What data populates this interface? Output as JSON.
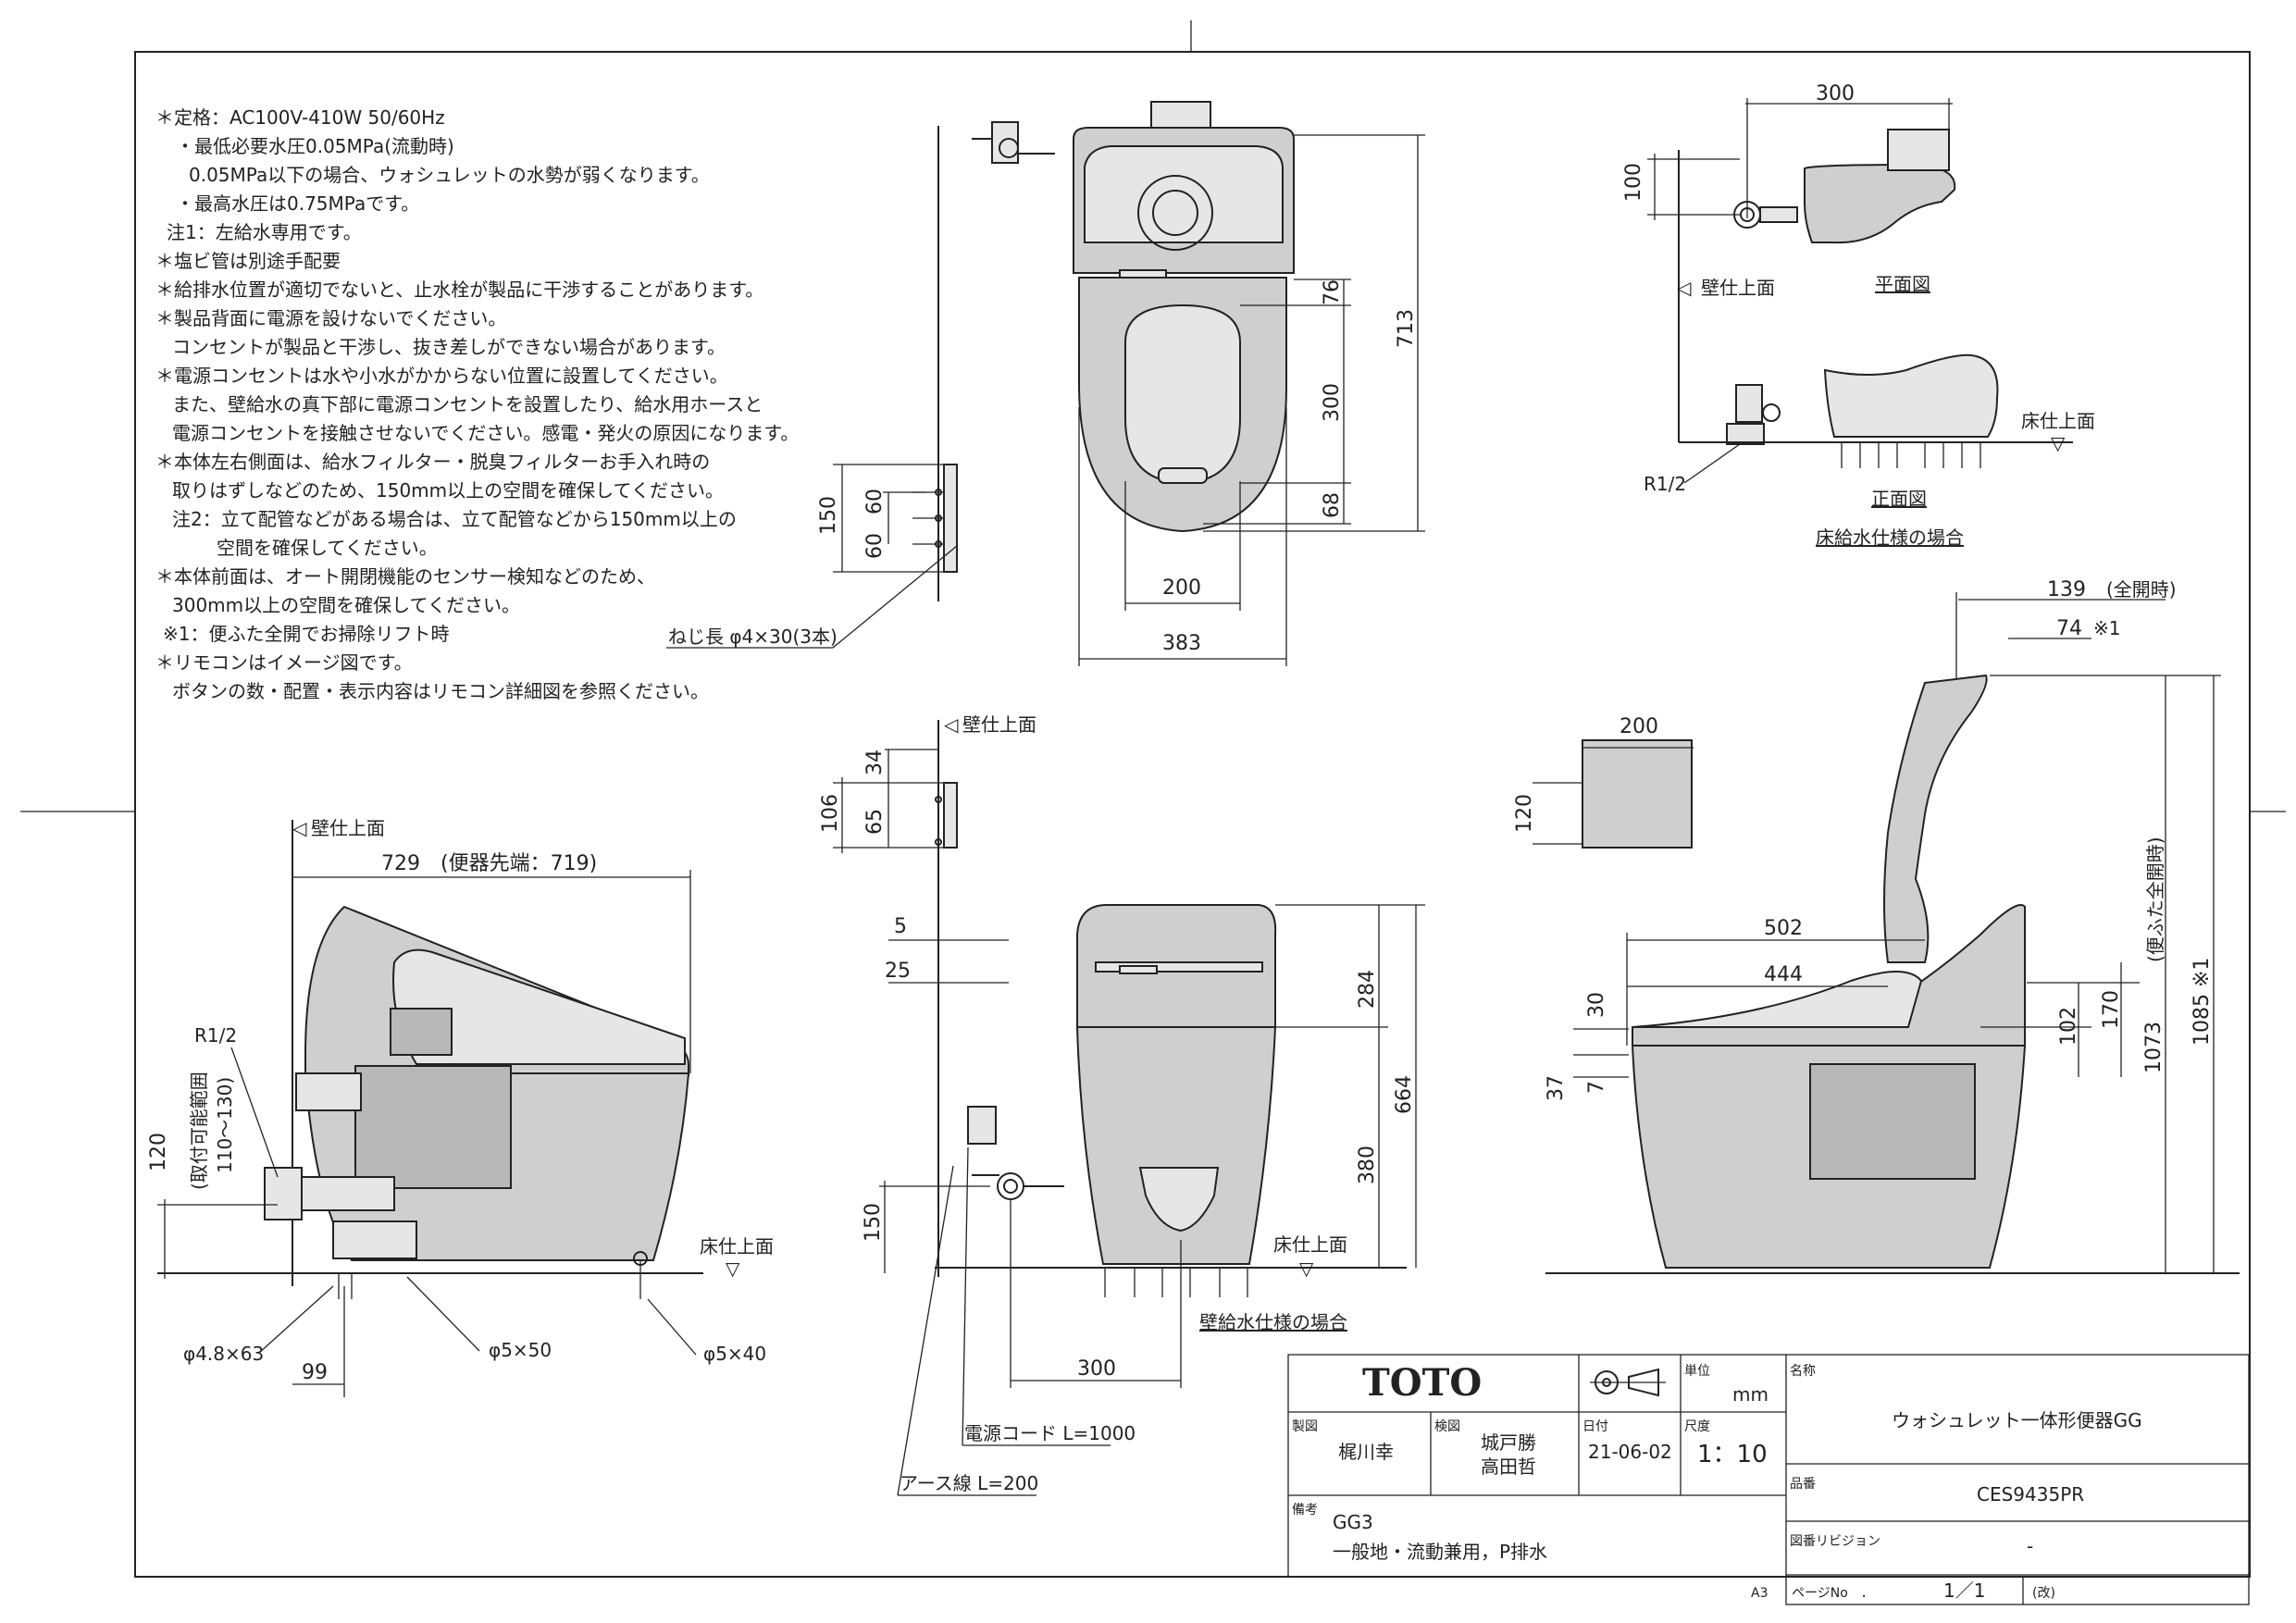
{
  "notes": [
    "＊定格：AC100V-410W 50/60Hz",
    "・最低必要水圧0.05MPa(流動時)",
    "0.05MPa以下の場合、ウォシュレットの水勢が弱くなります。",
    "・最高水圧は0.75MPaです。",
    "注1：左給水専用です。",
    "＊塩ビ管は別途手配要",
    "＊給排水位置が適切でないと、止水栓が製品に干渉することがあります。",
    "＊製品背面に電源を設けないでください。",
    "コンセントが製品と干渉し、抜き差しができない場合があります。",
    "＊電源コンセントは水や小水がかからない位置に設置してください。",
    "また、壁給水の真下部に電源コンセントを設置したり、給水用ホースと",
    "電源コンセントを接触させないでください。感電・発火の原因になります。",
    "＊本体左右側面は、給水フィルター・脱臭フィルターお手入れ時の",
    "取りはずしなどのため、150mm以上の空間を確保してください。",
    "注2：立て配管などがある場合は、立て配管などから150mm以上の",
    "空間を確保してください。",
    "＊本体前面は、オート開閉機能のセンサー検知などのため、",
    "300mm以上の空間を確保してください。",
    "※1：便ふた全開でお掃除リフト時",
    "＊リモコンはイメージ図です。",
    "ボタンの数・配置・表示内容はリモコン詳細図を参照ください。"
  ],
  "top_view": {
    "dims": [
      "76",
      "300",
      "68",
      "713",
      "200",
      "383",
      "150",
      "60",
      "60"
    ],
    "screw_label": "ねじ長 φ4×30(3本)"
  },
  "plan_detail": {
    "dims": [
      "300",
      "100"
    ],
    "wall_label": "壁仕上面",
    "plan_caption": "平面図",
    "floor_label": "床仕上面",
    "pipe_label": "R1/2",
    "front_caption": "正面図",
    "case_caption": "床給水仕様の場合"
  },
  "side_left": {
    "wall_label": "壁仕上面",
    "dim_top": "729　(便器先端：719)",
    "pipe_label": "R1/2",
    "dim_120": "120",
    "range_label_1": "(取付可能範囲",
    "range_label_2": "110～130)",
    "floor_label": "床仕上面",
    "screw_1": "φ4.8×63",
    "screw_2": "φ5×50",
    "screw_3": "φ5×40",
    "dim_99": "99"
  },
  "front_view": {
    "wall_label": "壁仕上面",
    "dims": [
      "34",
      "106",
      "65",
      "5",
      "25",
      "284",
      "664",
      "380",
      "150",
      "300"
    ],
    "floor_label": "床仕上面",
    "case_caption": "壁給水仕様の場合",
    "cord_label": "電源コード L=1000",
    "earth_label": "アース線 L=200"
  },
  "side_right": {
    "dims": [
      "139",
      "74",
      "200",
      "120",
      "502",
      "444",
      "30",
      "37",
      "7",
      "102",
      "170",
      "1073",
      "1085"
    ],
    "open_label": "(全開時)",
    "mark_1": "※1",
    "lid_label": "(便ふた全開時)",
    "mark_1085": "1085 ※1"
  },
  "title_block": {
    "logo": "TOTO",
    "unit_label": "単位",
    "unit": "mm",
    "name_label": "名称",
    "product_name": "ウォシュレット一体形便器GG",
    "drafter_label": "製図",
    "drafter": "梶川幸",
    "checker_label": "検図",
    "checker_1": "城戸勝",
    "checker_2": "高田哲",
    "date_label": "日付",
    "date": "21-06-02",
    "scale_label": "尺度",
    "scale": "1：10",
    "part_label": "品番",
    "part_no": "CES9435PR",
    "remarks_label": "備考",
    "remark_1": "GG3",
    "remark_2": "一般地・流動兼用，P排水",
    "revision_label": "図番リビジョン",
    "revision": "-",
    "sheet_size": "A3",
    "page_label": "ページNo　．",
    "page": "1／1",
    "rev_mark": "(改)"
  }
}
